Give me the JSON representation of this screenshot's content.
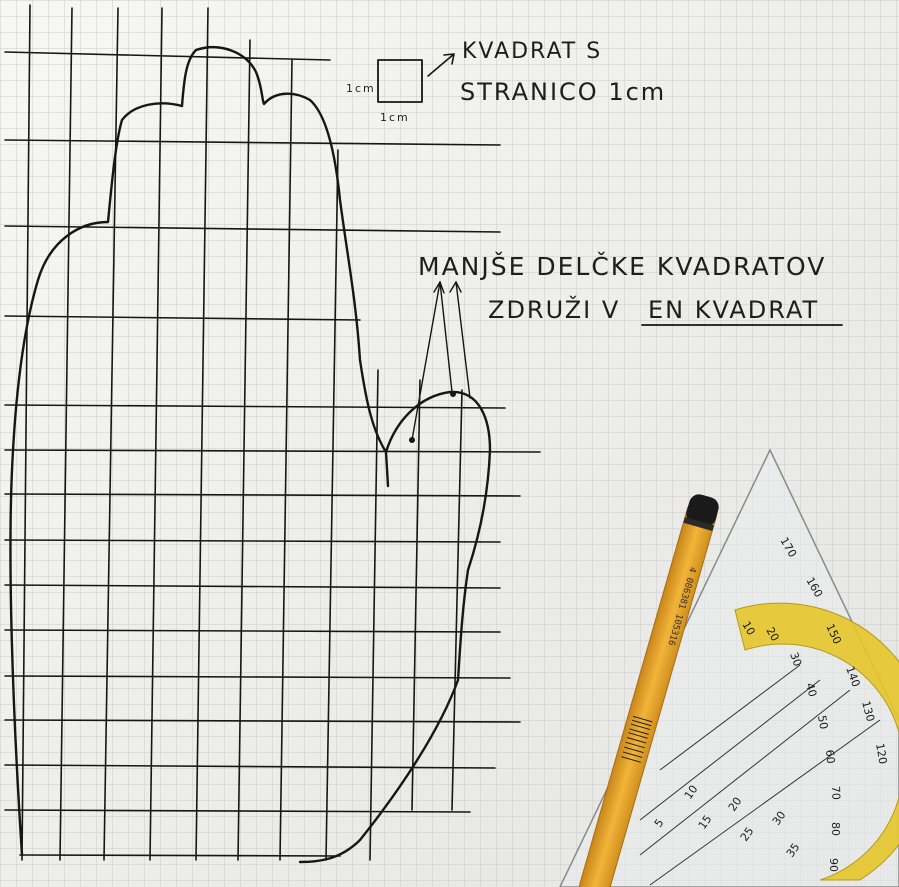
{
  "paper": {
    "grid_color": "#c9c9c9",
    "paper_color": "#f2f2f0",
    "ink_color": "#161616"
  },
  "annotations": {
    "square_title_line1": "KVADRAT S",
    "square_title_line2": "STRANICO 1cm",
    "square_side_left": "1cm",
    "square_side_bottom": "1cm",
    "note_line1": "MANJŠE DELČKE KVADRATOV",
    "note_line2_prefix": "ZDRUŽI V",
    "note_line2_underlined": "EN KVADRAT"
  },
  "pencil": {
    "barcode_text": "4 006381 105316",
    "body_color": "#e9a51f",
    "cap_color": "#1a1a1a"
  },
  "protractor": {
    "scale_color": "#e7c52b",
    "outer_numbers": [
      "10",
      "20",
      "30",
      "40",
      "50",
      "60",
      "70",
      "80",
      "90"
    ],
    "inner_numbers": [
      "170",
      "160",
      "150",
      "140",
      "130",
      "120"
    ],
    "ruler_numbers": [
      "5",
      "10",
      "15",
      "20",
      "25",
      "30",
      "35"
    ]
  },
  "icons": {
    "hand_outline": "traced-hand-icon",
    "arrow": "arrow-icon",
    "square": "unit-square-icon"
  }
}
